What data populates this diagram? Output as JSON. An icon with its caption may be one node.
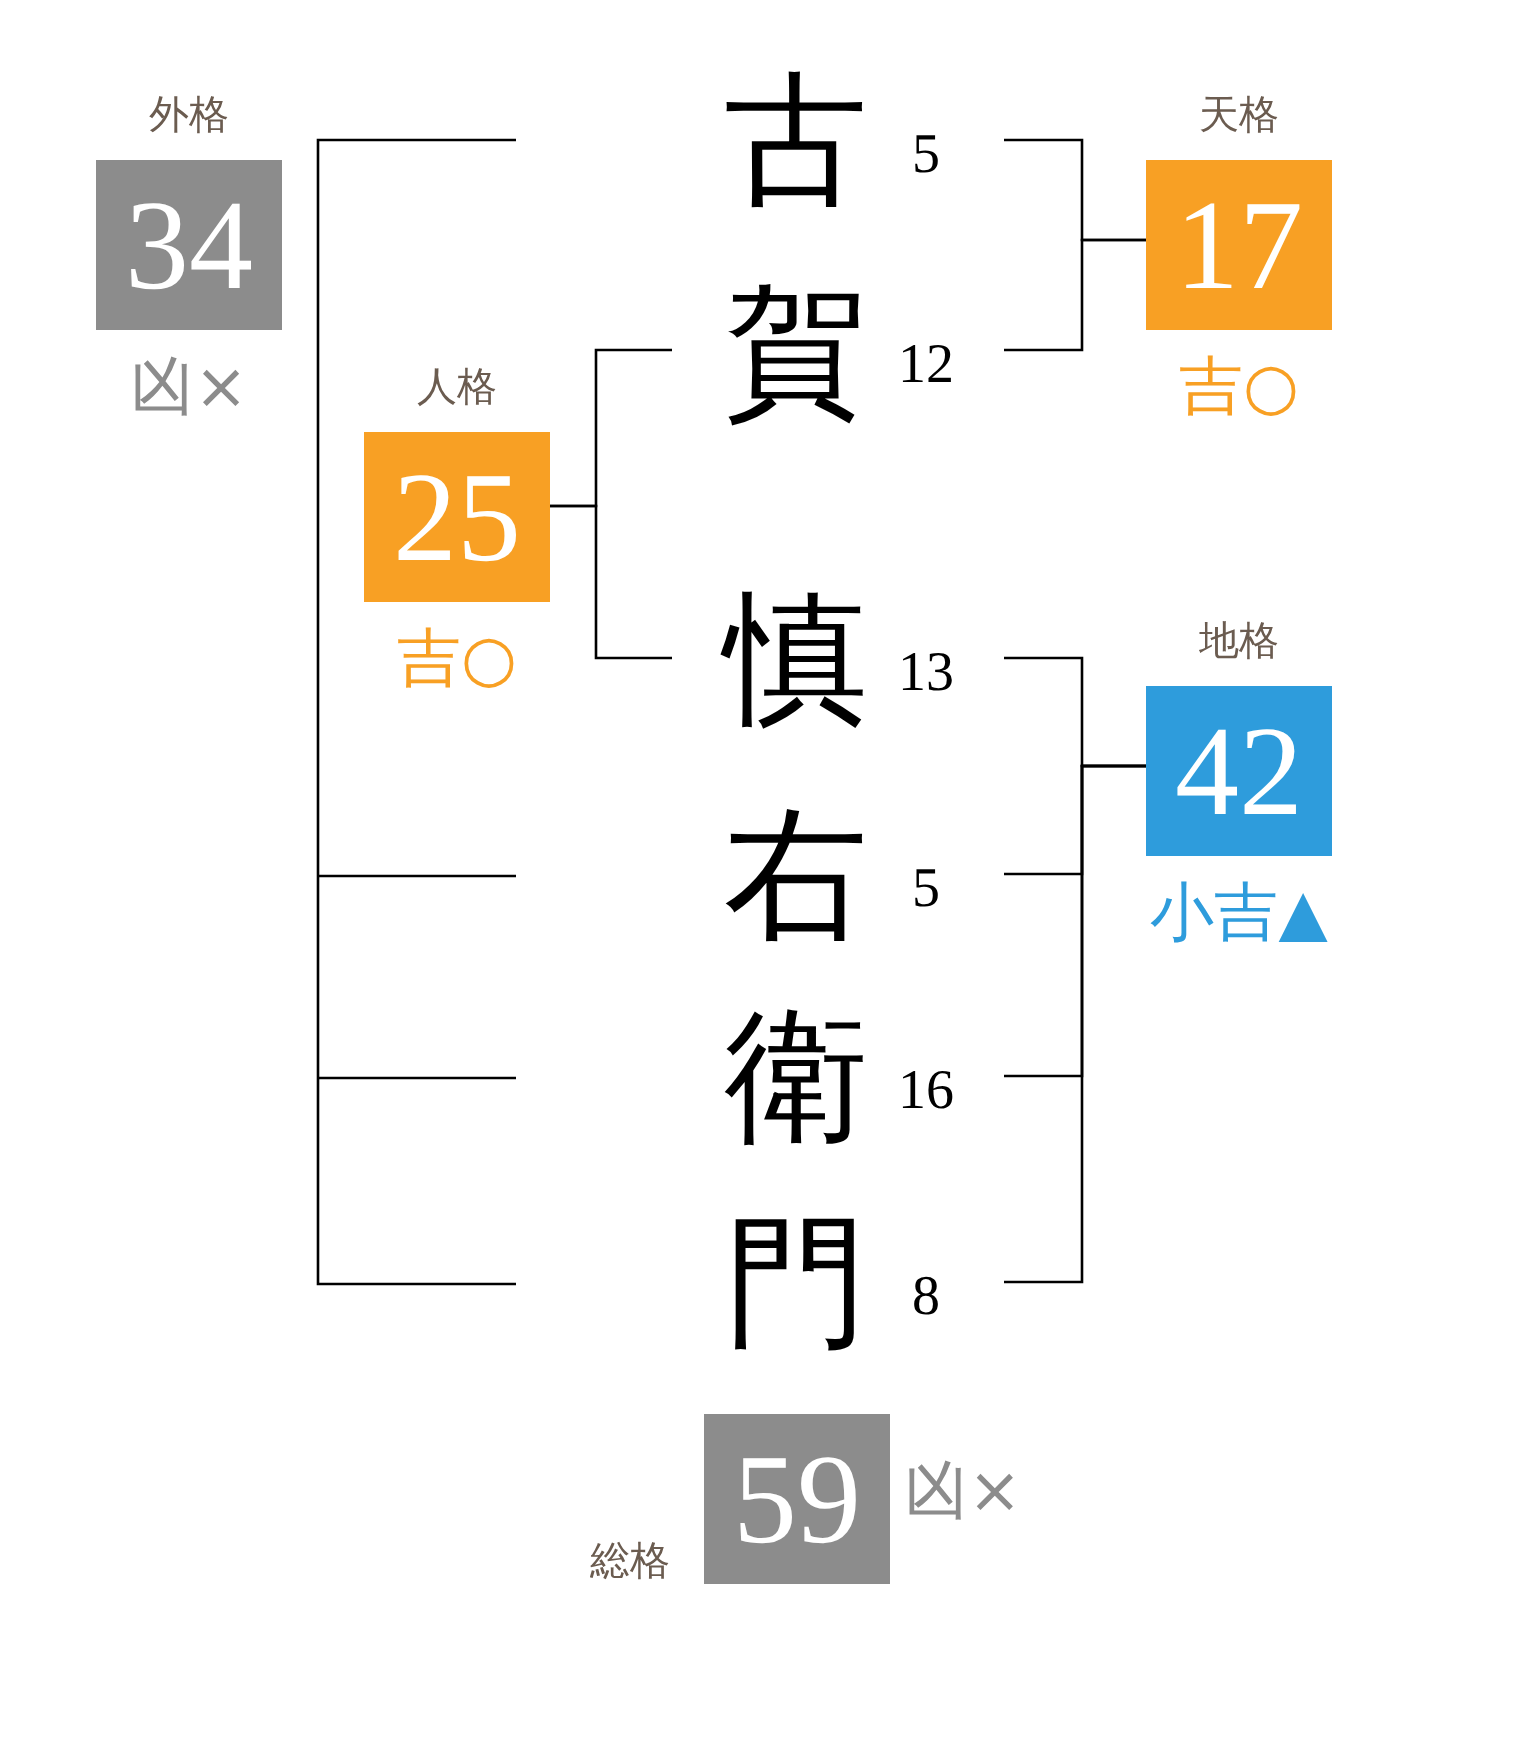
{
  "diagram": {
    "nodes": [
      {
        "text": [
          "外格",
          "34"
        ],
        "beside": [
          "凶×"
        ]
      },
      {
        "text": [
          "古"
        ],
        "beside": [
          "5"
        ]
      },
      {
        "text": [
          "天格",
          "17"
        ],
        "beside": [
          "吉○"
        ]
      },
      {
        "text": [
          "賀"
        ],
        "beside": [
          "12"
        ]
      },
      {
        "text": [
          "人格",
          "25"
        ],
        "beside": [
          "吉○"
        ]
      },
      {
        "text": [
          "慎"
        ],
        "beside": [
          "13"
        ]
      },
      {
        "text": [
          "地格",
          "42"
        ],
        "beside": [
          "小吉▲"
        ]
      },
      {
        "text": [
          "右"
        ],
        "beside": [
          "5"
        ]
      },
      {
        "text": [
          "衛"
        ],
        "beside": [
          "16"
        ]
      },
      {
        "text": [
          "門"
        ],
        "beside": [
          "8"
        ]
      },
      {
        "text": [
          "総格",
          "59"
        ],
        "beside": [
          "凶×"
        ]
      }
    ],
    "edges": [
      {
        "from": 2,
        "to": 1,
        "arrow": "none"
      },
      {
        "from": 2,
        "to": 3,
        "arrow": "none"
      },
      {
        "from": 4,
        "to": 3,
        "arrow": "none"
      },
      {
        "from": 4,
        "to": 5,
        "arrow": "none"
      },
      {
        "from": 6,
        "to": 5,
        "arrow": "none"
      },
      {
        "from": 6,
        "to": 7,
        "arrow": "none"
      },
      {
        "from": 6,
        "to": 8,
        "arrow": "none"
      },
      {
        "from": 6,
        "to": 9,
        "arrow": "none"
      }
    ]
  }
}
